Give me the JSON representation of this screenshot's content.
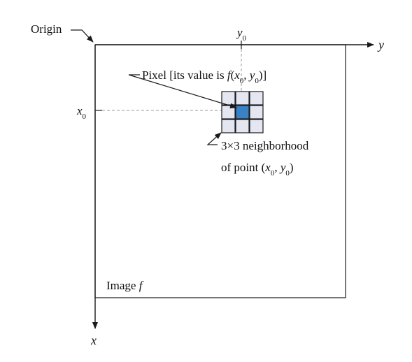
{
  "labels": {
    "origin": "Origin",
    "y_axis": "y",
    "x_axis": "x",
    "y0": "y",
    "x0": "x",
    "sub0": "0",
    "image_text": "Image ",
    "image_f": "f",
    "pixel_text": "Pixel [its value is ",
    "pixel_f": "f",
    "open_paren": "(",
    "x": "x",
    "comma": ", ",
    "y": "y",
    "close": ")]",
    "neigh_line1": "3×3 neighborhood",
    "neigh_line2_a": "of point (",
    "neigh_line2_close": ")"
  },
  "colors": {
    "cell_fill": "#e4e7f1",
    "center_fill": "#3a82c4",
    "line": "#1a1a1a",
    "dashed": "#9a9a9a"
  },
  "grid": {
    "rows": 3,
    "cols": 3,
    "center_row": 1,
    "center_col": 1
  }
}
